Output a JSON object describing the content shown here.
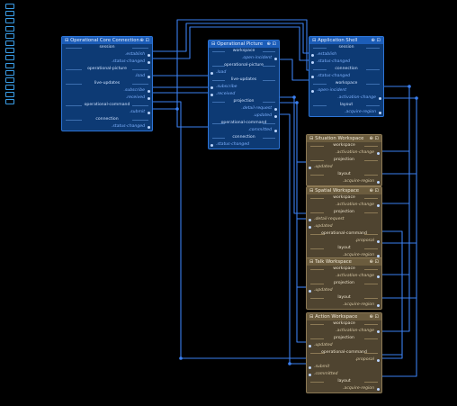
{
  "colors": {
    "canvas": "#000000",
    "wire": "#3a7ff0",
    "blue_node": "#0d3a74",
    "brown_node": "#4f4430"
  },
  "toolbar": {
    "icons": [
      "move-icon",
      "select-icon",
      "grid-icon",
      "node-icon",
      "frame-icon",
      "arrow-icon",
      "link-icon",
      "pin-icon",
      "folder-icon",
      "tag-icon",
      "tools-icon",
      "gear-icon",
      "save-icon",
      "export-icon"
    ]
  },
  "nodes": [
    {
      "id": "occ",
      "title": "Operational Core Connection",
      "controls": "⊕ ⊡",
      "theme": "blue",
      "rows": [
        {
          "k": "sec",
          "t": "session"
        },
        {
          "k": "out",
          "t": ".establish"
        },
        {
          "k": "out",
          "t": ".status-changed"
        },
        {
          "k": "sec",
          "t": "operational-picture"
        },
        {
          "k": "out",
          "t": ".load"
        },
        {
          "k": "sec",
          "t": "live-updates"
        },
        {
          "k": "out",
          "t": ".subscribe"
        },
        {
          "k": "out",
          "t": ".received"
        },
        {
          "k": "sec",
          "t": "operational-command"
        },
        {
          "k": "out",
          "t": ".submit"
        },
        {
          "k": "sec",
          "t": "connection"
        },
        {
          "k": "out",
          "t": ".status-changed"
        }
      ]
    },
    {
      "id": "op",
      "title": "Operational Picture",
      "controls": "⊕ ⊡",
      "theme": "blue",
      "rows": [
        {
          "k": "sec",
          "t": "workspace"
        },
        {
          "k": "out",
          "t": ".open-incident"
        },
        {
          "k": "sec",
          "t": "operational-picture"
        },
        {
          "k": "in",
          "t": ".load"
        },
        {
          "k": "sec",
          "t": "live-updates"
        },
        {
          "k": "in",
          "t": ".subscribe"
        },
        {
          "k": "in",
          "t": ".received"
        },
        {
          "k": "sec",
          "t": "projection"
        },
        {
          "k": "out",
          "t": ".detail-request"
        },
        {
          "k": "out",
          "t": ".updated"
        },
        {
          "k": "sec",
          "t": "operational-command"
        },
        {
          "k": "out",
          "t": ".committed"
        },
        {
          "k": "sec",
          "t": "connection"
        },
        {
          "k": "in",
          "t": ".status-changed"
        }
      ]
    },
    {
      "id": "app",
      "title": "Application Shell",
      "controls": "⊕ ⊡",
      "theme": "blue",
      "rows": [
        {
          "k": "sec",
          "t": "session"
        },
        {
          "k": "in",
          "t": ".establish"
        },
        {
          "k": "in",
          "t": ".status-changed"
        },
        {
          "k": "sec",
          "t": "connection"
        },
        {
          "k": "in",
          "t": ".status-changed"
        },
        {
          "k": "sec",
          "t": "workspace"
        },
        {
          "k": "in",
          "t": ".open-incident"
        },
        {
          "k": "out",
          "t": ".activation-change"
        },
        {
          "k": "sec",
          "t": "layout"
        },
        {
          "k": "out",
          "t": ".acquire-region"
        }
      ]
    },
    {
      "id": "sit",
      "title": "Situation Workspace",
      "controls": "⊕ ⊡",
      "theme": "brown",
      "rows": [
        {
          "k": "sec",
          "t": "workspace"
        },
        {
          "k": "out",
          "t": ".activation-change"
        },
        {
          "k": "sec",
          "t": "projection"
        },
        {
          "k": "in",
          "t": ".updated"
        },
        {
          "k": "sec",
          "t": "layout"
        },
        {
          "k": "out",
          "t": ".acquire-region"
        }
      ]
    },
    {
      "id": "spa",
      "title": "Spatial Workspace",
      "controls": "⊕ ⊡",
      "theme": "brown",
      "rows": [
        {
          "k": "sec",
          "t": "workspace"
        },
        {
          "k": "out",
          "t": ".activation-change"
        },
        {
          "k": "sec",
          "t": "projection"
        },
        {
          "k": "in",
          "t": ".detail-request"
        },
        {
          "k": "in",
          "t": ".updated"
        },
        {
          "k": "sec",
          "t": "operational-command"
        },
        {
          "k": "out",
          "t": ".proposal"
        },
        {
          "k": "sec",
          "t": "layout"
        },
        {
          "k": "out",
          "t": ".acquire-region"
        }
      ]
    },
    {
      "id": "tal",
      "title": "Talk Workspace",
      "controls": "⊕ ⊡",
      "theme": "brown",
      "rows": [
        {
          "k": "sec",
          "t": "workspace"
        },
        {
          "k": "out",
          "t": ".activation-change"
        },
        {
          "k": "sec",
          "t": "projection"
        },
        {
          "k": "in",
          "t": ".updated"
        },
        {
          "k": "sec",
          "t": "layout"
        },
        {
          "k": "out",
          "t": ".acquire-region"
        }
      ]
    },
    {
      "id": "act",
      "title": "Action Workspace",
      "controls": "⊕ ⊡",
      "theme": "brown",
      "rows": [
        {
          "k": "sec",
          "t": "workspace"
        },
        {
          "k": "out",
          "t": ".activation-change"
        },
        {
          "k": "sec",
          "t": "projection"
        },
        {
          "k": "in",
          "t": ".updated"
        },
        {
          "k": "sec",
          "t": "operational-command"
        },
        {
          "k": "out",
          "t": ".proposal"
        },
        {
          "k": "in",
          "t": ".submit"
        },
        {
          "k": "in",
          "t": ".committed"
        },
        {
          "k": "sec",
          "t": "layout"
        },
        {
          "k": "out",
          "t": ".acquire-region"
        }
      ]
    }
  ]
}
